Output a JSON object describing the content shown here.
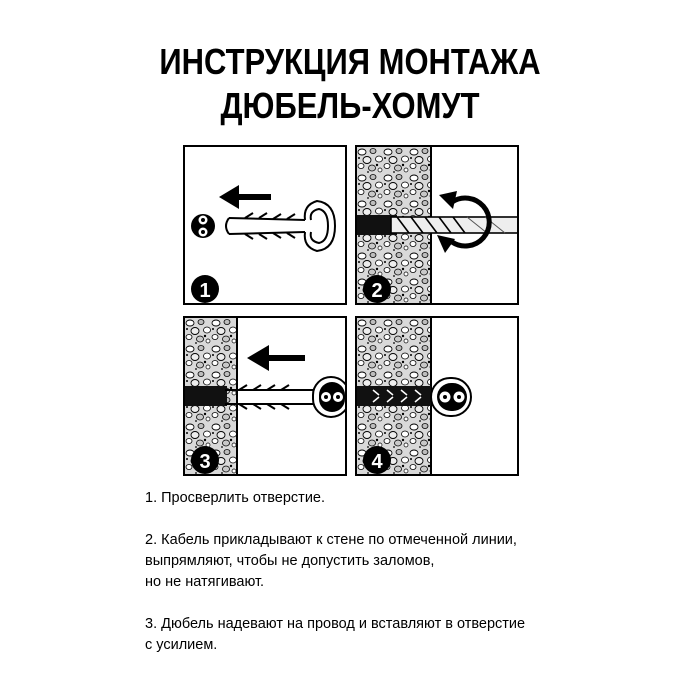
{
  "title": {
    "line1": "ИНСТРУКЦИЯ МОНТАЖА",
    "line2": "ДЮБЕЛЬ-ХОМУТ"
  },
  "panels": [
    {
      "number": "1"
    },
    {
      "number": "2"
    },
    {
      "number": "3"
    },
    {
      "number": "4"
    }
  ],
  "steps": [
    {
      "lines": [
        "1. Просверлить отверстие."
      ]
    },
    {
      "lines": [
        "2. Кабель прикладывают к стене по отмеченной линии,",
        "выпрямляют, чтобы не допустить заломов,",
        "но не натягивают."
      ]
    },
    {
      "lines": [
        "3. Дюбель надевают на провод и вставляют в отверстие",
        "с усилием."
      ]
    }
  ]
}
